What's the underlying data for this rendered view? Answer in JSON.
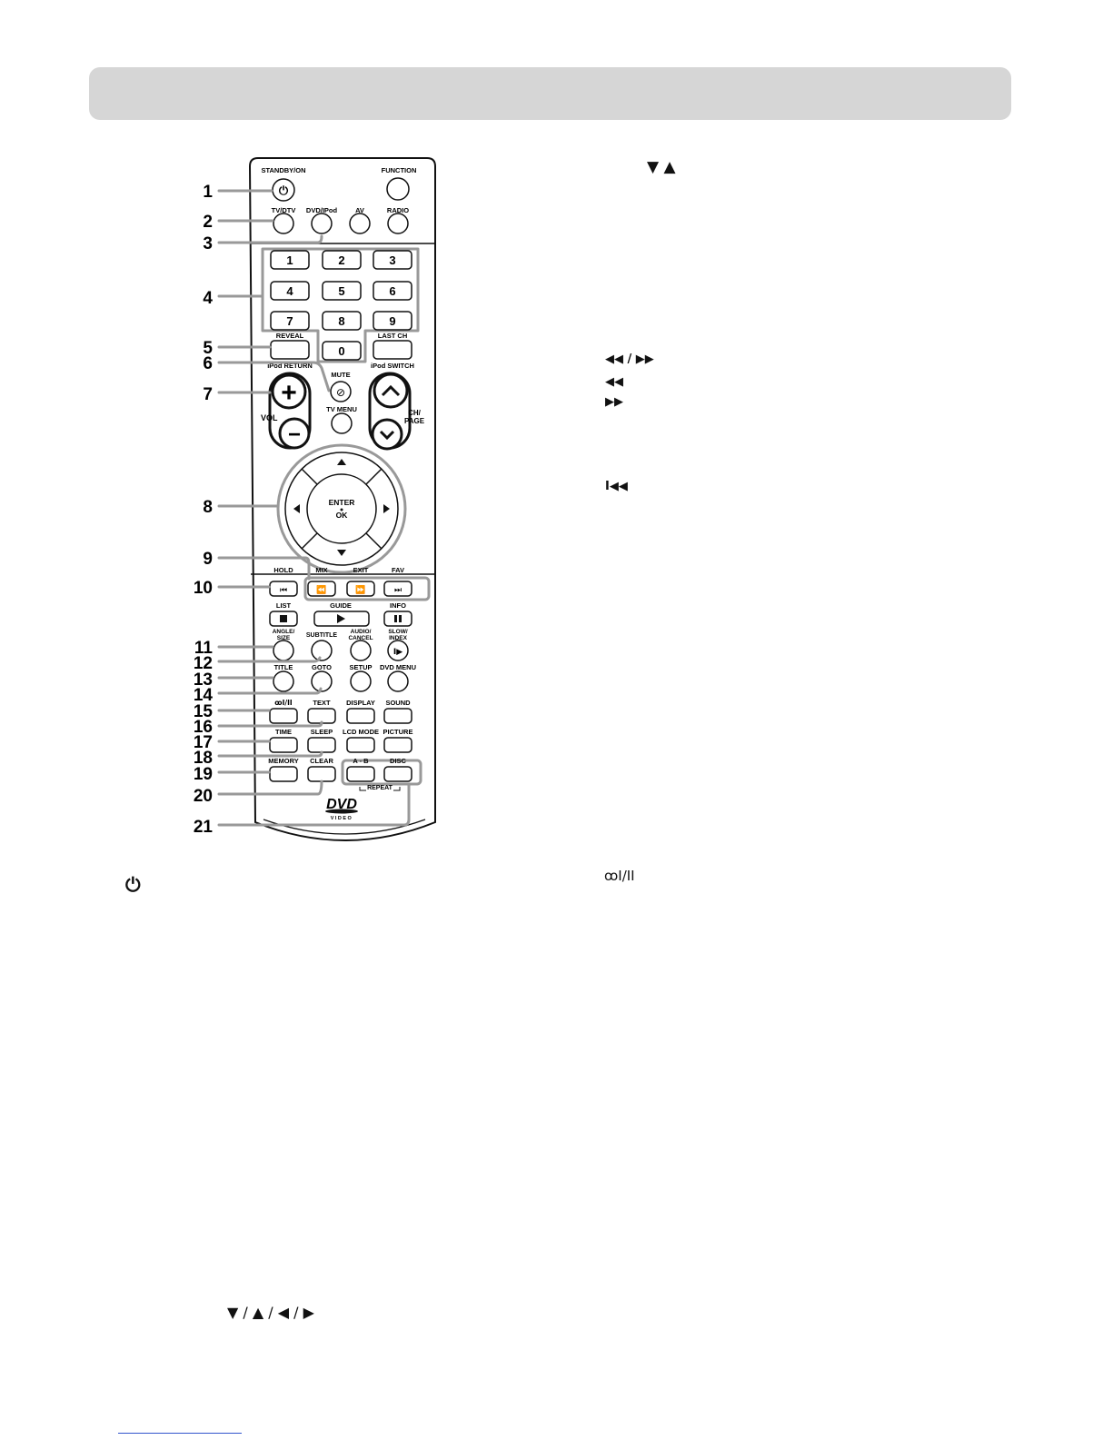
{
  "remote": {
    "top_labels": {
      "standby": "STANDBY/ON",
      "function": "FUNCTION",
      "tv_dtv": "TV/DTV",
      "dvd_ipod": "DVD/IPod",
      "av": "AV",
      "radio": "RADIO"
    },
    "digits": [
      "1",
      "2",
      "3",
      "4",
      "5",
      "6",
      "7",
      "8",
      "9",
      "0"
    ],
    "mid_labels": {
      "reveal": "REVEAL",
      "last_ch": "LAST CH",
      "mute": "MUTE",
      "ipod_return": "iPod RETURN",
      "ipod_switch": "iPod SWITCH",
      "tv_menu": "TV MENU",
      "vol": "VOL",
      "ch_page_1": "CH/",
      "ch_page_2": "PAGE",
      "enter": "ENTER",
      "ok": "OK"
    },
    "lower_labels": {
      "hold": "HOLD",
      "mix": "MIX",
      "exit": "EXIT",
      "fav": "FAV",
      "list": "LIST",
      "guide": "GUIDE",
      "info": "INFO",
      "angle_1": "ANGLE/",
      "angle_2": "SIZE",
      "subtitle": "SUBTITLE",
      "audio_1": "AUDIO/",
      "audio_2": "CANCEL",
      "slow_1": "SLOW/",
      "slow_2": "INDEX",
      "title": "TITLE",
      "goto": "GOTO",
      "setup": "SETUP",
      "dvd_menu": "DVD MENU",
      "audio_mode": "ꝏI/II",
      "text": "TEXT",
      "display": "DISPLAY",
      "sound": "SOUND",
      "time": "TIME",
      "sleep": "SLEEP",
      "lcd_mode": "LCD MODE",
      "picture": "PICTURE",
      "memory": "MEMORY",
      "clear": "CLEAR",
      "a_b": "A - B",
      "disc": "DISC",
      "repeat": "REPEAT"
    },
    "logo": {
      "dvd": "DVD",
      "video": "VIDEO"
    }
  },
  "callouts": [
    "1",
    "2",
    "3",
    "4",
    "5",
    "6",
    "7",
    "8",
    "9",
    "10",
    "11",
    "12",
    "13",
    "14",
    "15",
    "16",
    "17",
    "18",
    "19",
    "20",
    "21"
  ],
  "symbols": {
    "up_down": "▼ ▲",
    "rew_ff": "◀◀ / ▶▶",
    "rew": "◀◀",
    "ff": "▶▶",
    "prev": "I◀◀",
    "audio_mode": "ꝏI/II",
    "power": "⏻",
    "arrows": "▼ / ▲ / ◀ / ▶"
  }
}
